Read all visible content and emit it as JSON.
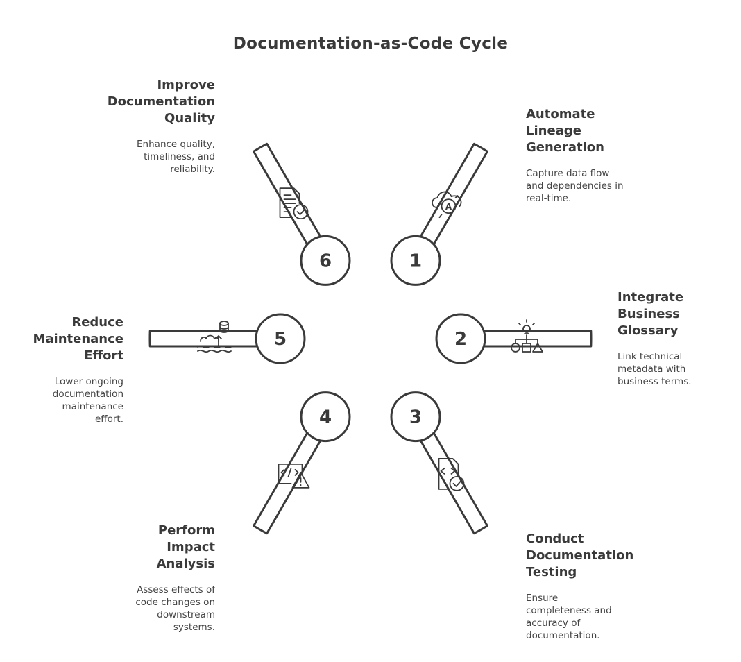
{
  "title": "Documentation-as-Code Cycle",
  "steps": [
    {
      "number": "1",
      "heading": [
        "Automate",
        "Lineage",
        "Generation"
      ],
      "description": [
        "Capture data flow",
        "and dependencies in",
        "real-time."
      ],
      "icon": "cloud-automation-icon"
    },
    {
      "number": "2",
      "heading": [
        "Integrate",
        "Business",
        "Glossary"
      ],
      "description": [
        "Link technical",
        "metadata with",
        "business terms."
      ],
      "icon": "hierarchy-idea-icon"
    },
    {
      "number": "3",
      "heading": [
        "Conduct",
        "Documentation",
        "Testing"
      ],
      "description": [
        "Ensure",
        "completeness and",
        "accuracy of",
        "documentation."
      ],
      "icon": "code-file-check-icon"
    },
    {
      "number": "4",
      "heading": [
        "Perform",
        "Impact",
        "Analysis"
      ],
      "description": [
        "Assess effects of",
        "code changes on",
        "downstream",
        "systems."
      ],
      "icon": "code-warning-icon"
    },
    {
      "number": "5",
      "heading": [
        "Reduce",
        "Maintenance",
        "Effort"
      ],
      "description": [
        "Lower ongoing",
        "documentation",
        "maintenance",
        "effort."
      ],
      "icon": "gear-database-icon"
    },
    {
      "number": "6",
      "heading": [
        "Improve",
        "Documentation",
        "Quality"
      ],
      "description": [
        "Enhance quality,",
        "timeliness, and",
        "reliability."
      ],
      "icon": "document-check-icon"
    }
  ],
  "colors": {
    "stroke": "#3a3a3a",
    "background": "#ffffff"
  }
}
